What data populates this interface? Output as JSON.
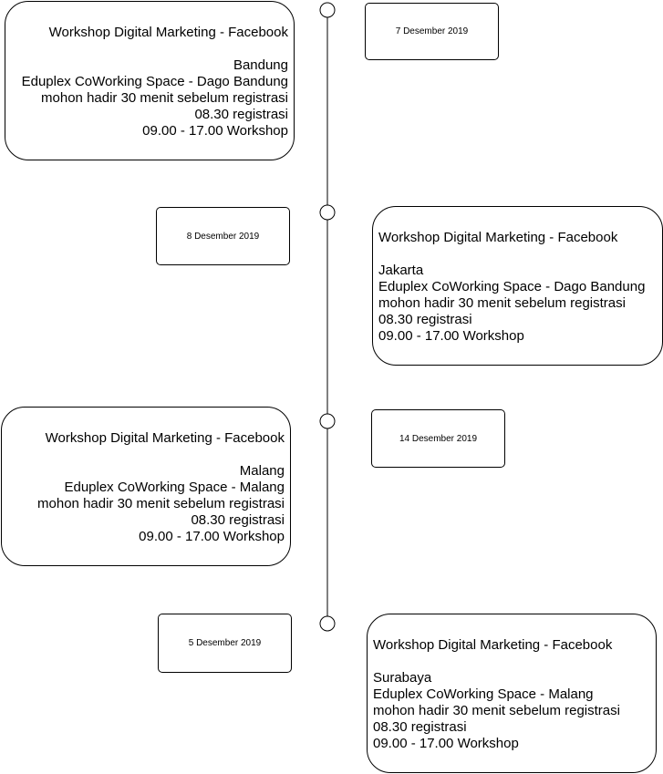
{
  "events": [
    {
      "date": "7 Desember 2019",
      "title": "Workshop Digital Marketing - Facebook",
      "city": "Bandung",
      "venue": "Eduplex CoWorking Space - Dago Bandung",
      "note": "mohon hadir 30 menit sebelum registrasi",
      "registration": "08.30 registrasi",
      "workshop": "09.00 - 17.00 Workshop"
    },
    {
      "date": "8 Desember 2019",
      "title": "Workshop Digital Marketing - Facebook",
      "city": "Jakarta",
      "venue": "Eduplex CoWorking Space - Dago Bandung",
      "note": "mohon hadir 30 menit sebelum registrasi",
      "registration": "08.30 registrasi",
      "workshop": "09.00 - 17.00 Workshop"
    },
    {
      "date": "14 Desember 2019",
      "title": "Workshop Digital Marketing - Facebook",
      "city": "Malang",
      "venue": "Eduplex CoWorking Space - Malang",
      "note": "mohon hadir 30 menit sebelum registrasi",
      "registration": "08.30 registrasi",
      "workshop": "09.00 - 17.00 Workshop"
    },
    {
      "date": "5 Desember 2019",
      "title": "Workshop Digital Marketing - Facebook",
      "city": "Surabaya",
      "venue": "Eduplex CoWorking Space - Malang",
      "note": "mohon hadir 30 menit sebelum registrasi",
      "registration": "08.30 registrasi",
      "workshop": "09.00 - 17.00 Workshop"
    }
  ]
}
